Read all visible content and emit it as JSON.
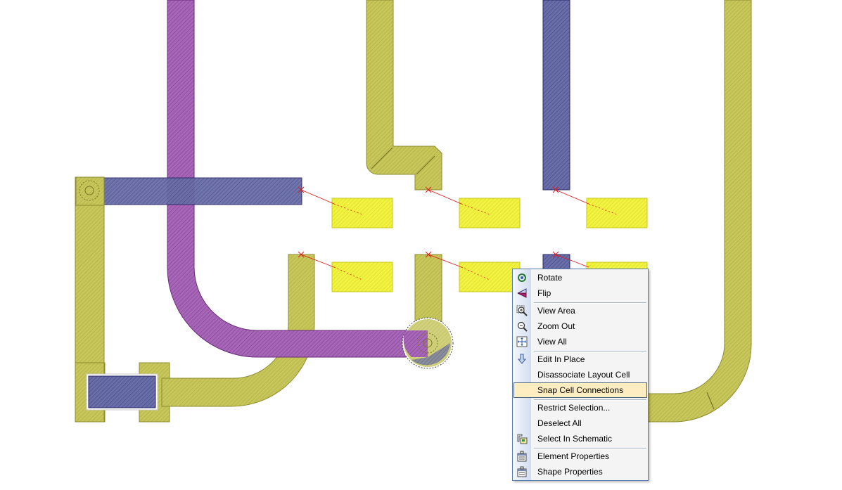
{
  "colors": {
    "trace_yellow": "#c8c85a",
    "trace_purple": "#a050b0",
    "trace_blue": "#5060a8",
    "pad_yellow": "#eeee44",
    "ratsnest_red": "#e01818",
    "menu_highlight": "#fdedc0"
  },
  "context_menu": {
    "items": [
      {
        "label": "Rotate",
        "icon": "rotate-icon"
      },
      {
        "label": "Flip",
        "icon": "flip-icon"
      },
      {
        "label": "View Area",
        "icon": "zoom-area-icon"
      },
      {
        "label": "Zoom Out",
        "icon": "zoom-out-icon"
      },
      {
        "label": "View All",
        "icon": "view-all-icon"
      },
      {
        "label": "Edit In Place",
        "icon": "edit-in-place-icon"
      },
      {
        "label": "Disassociate Layout Cell",
        "icon": ""
      },
      {
        "label": "Snap Cell Connections",
        "icon": "",
        "highlighted": true
      },
      {
        "label": "Restrict Selection...",
        "icon": ""
      },
      {
        "label": "Deselect All",
        "icon": ""
      },
      {
        "label": "Select In Schematic",
        "icon": "select-in-schematic-icon"
      },
      {
        "label": "Element Properties",
        "icon": "element-properties-icon"
      },
      {
        "label": "Shape Properties",
        "icon": "shape-properties-icon"
      }
    ]
  }
}
